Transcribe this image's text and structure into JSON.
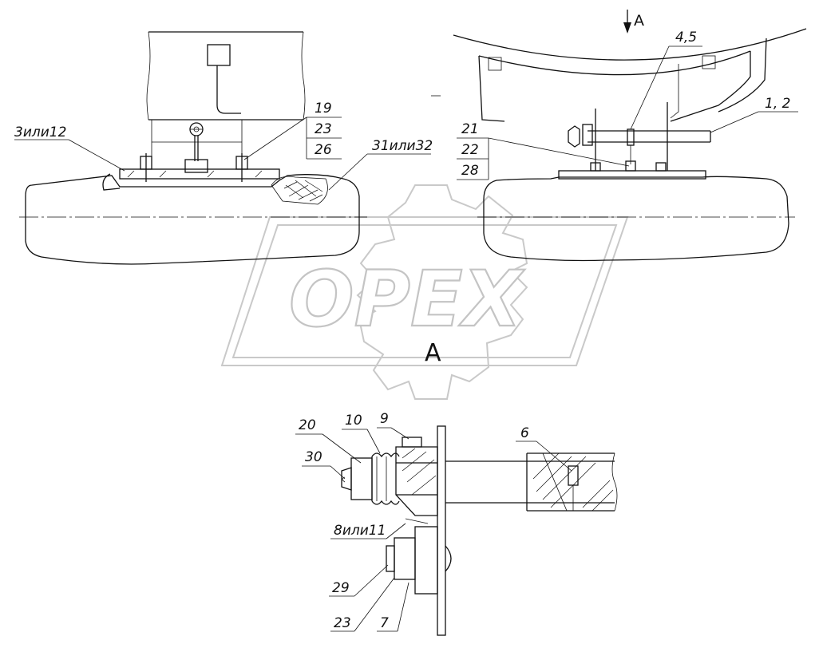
{
  "watermark": {
    "text": "OPEX"
  },
  "view": {
    "arrow_label": "A",
    "section_label": "A"
  },
  "callouts": {
    "c3or12": "3или12",
    "c19": "19",
    "c23a": "23",
    "c26": "26",
    "c31or32": "31или32",
    "c4_5": "4,5",
    "c1_2": "1, 2",
    "c21": "21",
    "c22": "22",
    "c28": "28",
    "c20": "20",
    "c10": "10",
    "c9": "9",
    "c6": "6",
    "c30": "30",
    "c8or11": "8или11",
    "c29": "29",
    "c23b": "23",
    "c7": "7"
  }
}
